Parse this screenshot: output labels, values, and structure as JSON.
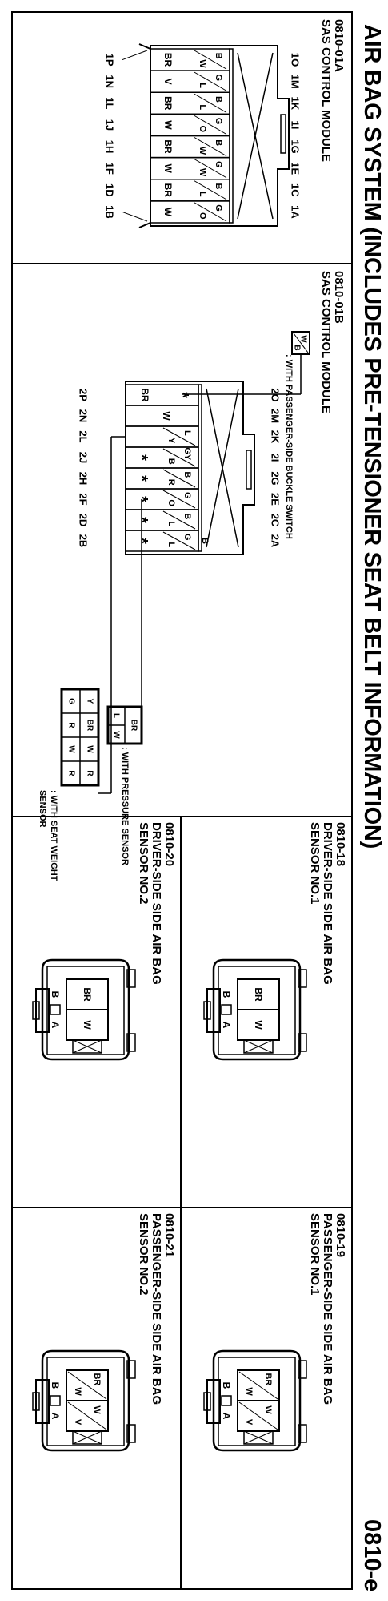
{
  "title": "AIR BAG SYSTEM (INCLUDES PRE-TENSIONER SEAT BELT INFORMATION)",
  "page_id": "0810-e",
  "conn_01a": {
    "id": "0810-01A",
    "name": "SAS CONTROL MODULE",
    "pins_top": [
      "1O",
      "1M",
      "1K",
      "1I",
      "1G",
      "1E",
      "1C",
      "1A"
    ],
    "pins_bottom": [
      "1P",
      "1N",
      "1L",
      "1J",
      "1H",
      "1F",
      "1D",
      "1B"
    ],
    "wires_bottom": [
      "BR",
      "V",
      "BR",
      "W",
      "BR",
      "W",
      "BR",
      "W"
    ],
    "wire_tops": [
      "B",
      "G",
      "B",
      "G",
      "B",
      "G",
      "B",
      "G"
    ],
    "wire_subs": [
      "W",
      "L",
      "L",
      "O",
      "W",
      "W",
      "L",
      "O"
    ]
  },
  "conn_01b": {
    "id": "0810-01B",
    "name": "SAS CONTROL MODULE",
    "pins_top": [
      "2O",
      "2M",
      "2K",
      "2I",
      "2G",
      "2E",
      "2C",
      "2A"
    ],
    "pins_bottom": [
      "2P",
      "2N",
      "2L",
      "2J",
      "2H",
      "2F",
      "2D",
      "2B"
    ],
    "star": "*",
    "w_wire": "W",
    "wire_grid": [
      [
        "L",
        "Y"
      ],
      [
        "GY",
        "B"
      ],
      [
        "B",
        "R"
      ],
      [
        "G",
        "O"
      ],
      [
        "B",
        "L"
      ],
      [
        "G",
        "L"
      ]
    ],
    "br_bottom": "BR",
    "b_top": "B",
    "buckle_wire": [
      "W",
      "B"
    ],
    "buckle_note": ": WITH PASSENGER-SIDE BUCKLE SWITCH",
    "pressure_wires": [
      "BR",
      "L",
      "W"
    ],
    "pressure_note": ": WITH PRESSURE SENSOR",
    "weight_wires": [
      "Y",
      "BR",
      "W",
      "R",
      "G",
      "R",
      "W",
      "R"
    ],
    "weight_note_1": ": WITH SEAT WEIGHT",
    "weight_note_2": "SENSOR"
  },
  "conn_18": {
    "id": "0810-18",
    "name_1": "DRIVER-SIDE SIDE AIR BAG",
    "name_2": "SENSOR NO.1",
    "wires": [
      "BR",
      "W"
    ],
    "pins": [
      "B",
      "A"
    ]
  },
  "conn_19": {
    "id": "0810-19",
    "name_1": "PASSENGER-SIDE SIDE AIR BAG",
    "name_2": "SENSOR NO.1",
    "wires": [
      "BR",
      "W",
      "W",
      "V"
    ],
    "pins": [
      "B",
      "A"
    ]
  },
  "conn_20": {
    "id": "0810-20",
    "name_1": "DRIVER-SIDE SIDE AIR BAG",
    "name_2": "SENSOR NO.2",
    "wires": [
      "BR",
      "W"
    ],
    "pins": [
      "B",
      "A"
    ]
  },
  "conn_21": {
    "id": "0810-21",
    "name_1": "PASSENGER-SIDE SIDE AIR BAG",
    "name_2": "SENSOR NO.2",
    "wires": [
      "BR",
      "W",
      "W",
      "V"
    ],
    "pins": [
      "B",
      "A"
    ]
  },
  "colors": {
    "ink": "#000000",
    "paper": "#ffffff"
  }
}
